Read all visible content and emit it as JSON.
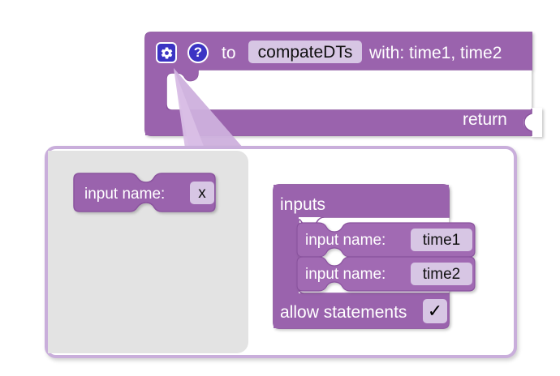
{
  "colors": {
    "block_fill": "#9a64ad",
    "block_fill_light": "#a874ba",
    "block_stroke": "#8a539e",
    "field_bg": "#d7c6e4",
    "bubble_border": "#c9aedb",
    "bubble_bg": "#ffffff",
    "flyout_bg": "#e3e3e3",
    "icon_blue": "#3b34c4",
    "text_white": "#ffffff",
    "text_black": "#101010",
    "tail_fill": "#cdb0dd"
  },
  "procedure_block": {
    "mutator_icon": "gear-icon",
    "help_icon": "question-mark-icon",
    "help_label": "?",
    "to_label": "to",
    "name_field": "compateDTs",
    "params_label": "with: time1, time2",
    "return_label": "return"
  },
  "mutator_bubble": {
    "flyout": {
      "blocks": [
        {
          "label": "input name:",
          "field": "x"
        }
      ]
    },
    "workspace": {
      "container": {
        "label": "inputs",
        "items": [
          {
            "label": "input name:",
            "field": "time1"
          },
          {
            "label": "input name:",
            "field": "time2"
          }
        ],
        "allow_statements_label": "allow statements",
        "allow_statements_checked": true,
        "check_glyph": "✓"
      }
    }
  }
}
